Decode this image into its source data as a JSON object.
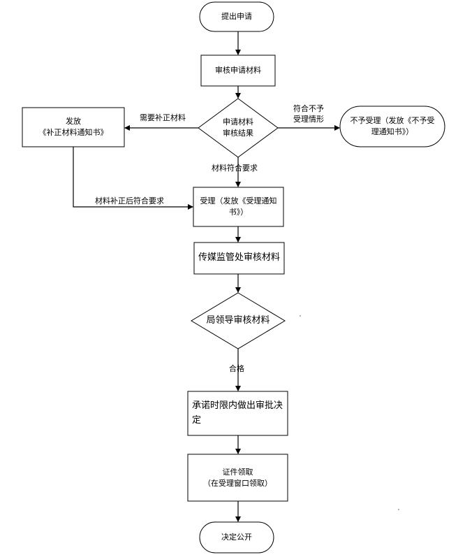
{
  "nodes": {
    "submit": "提出申请",
    "review_materials": "审核申请材料",
    "decision": "申请材料\n审核结果",
    "notify_supplement": "发放\n《补正材料通知书》",
    "reject": "不予受理（发放《不予受理通知书》）",
    "accept": "受理（发放《受理通知书》）",
    "media_review": "传媒监管处审核材料",
    "leader_review": "局领导审核材料",
    "decide_in_time": "承诺时限内做出审批决定",
    "collect_cert": "证件领取\n（在受理窗口领取）",
    "public": "决定公开"
  },
  "edges": {
    "need_supplement": "需要补正材料",
    "meets_no_accept": "符合不予\n受理情形",
    "materials_ok": "材料符合要求",
    "supplemented_ok": "材料补正后符合要求",
    "qualified": "合格"
  }
}
